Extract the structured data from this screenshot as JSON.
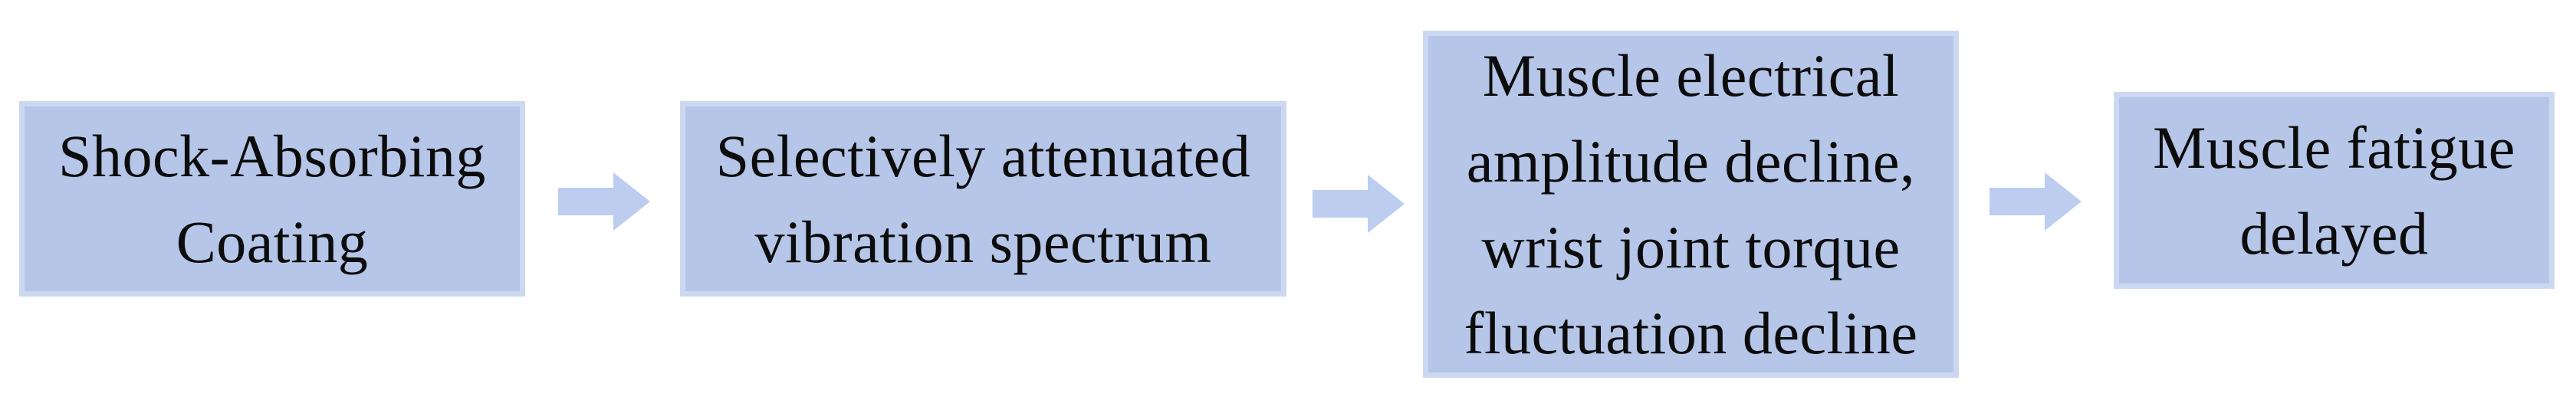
{
  "diagram": {
    "title": "Shock-absorbing coating mechanism flowchart",
    "colors": {
      "background": "#ffffff",
      "box_fill": "#b6c6e8",
      "box_border": "#ccd8f1",
      "arrow_fill": "#bccdf0",
      "text": "#0c0c0c"
    },
    "nodes": [
      {
        "id": "shock-absorbing-coating",
        "text": "Shock-Absorbing\nCoating"
      },
      {
        "id": "attenuated-vibration-spectrum",
        "text": "Selectively attenuated\nvibration spectrum"
      },
      {
        "id": "muscle-electrical-decline",
        "text": "Muscle electrical\namplitude decline,\nwrist joint torque\nfluctuation decline"
      },
      {
        "id": "muscle-fatigue-delayed",
        "text": "Muscle fatigue\ndelayed"
      }
    ],
    "connections": [
      {
        "from": "shock-absorbing-coating",
        "to": "attenuated-vibration-spectrum",
        "type": "right-block-arrow"
      },
      {
        "from": "attenuated-vibration-spectrum",
        "to": "muscle-electrical-decline",
        "type": "right-block-arrow"
      },
      {
        "from": "muscle-electrical-decline",
        "to": "muscle-fatigue-delayed",
        "type": "right-block-arrow"
      }
    ]
  }
}
